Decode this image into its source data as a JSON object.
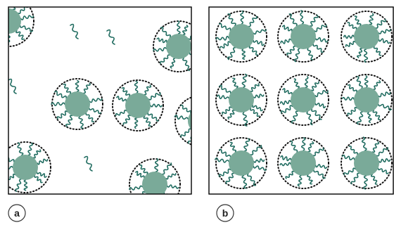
{
  "figure": {
    "colors": {
      "core": "#7aaa99",
      "chain": "#1f6b5f",
      "shell": "#111111",
      "frame": "#000000",
      "label_ring": "#333333"
    },
    "panels": [
      {
        "id": "a",
        "label": "a",
        "description_items": [
          "micelles",
          "free-chains"
        ]
      },
      {
        "id": "b",
        "label": "b",
        "description_items": [
          "micelles"
        ]
      }
    ]
  }
}
